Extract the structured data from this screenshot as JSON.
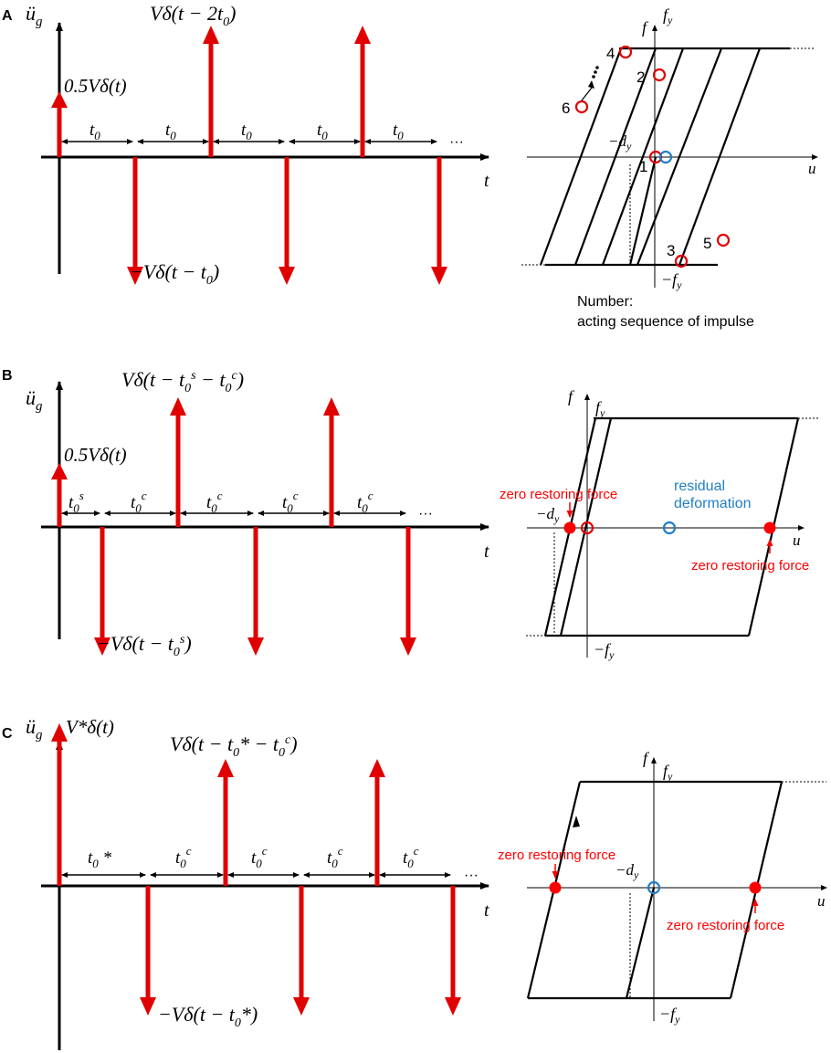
{
  "colors": {
    "impulse": "#e00000",
    "axis": "#000000",
    "residual": "#1f7fc7",
    "zero_force": "#ff0000"
  },
  "panels": {
    "A": {
      "letter": "A",
      "accel_label": "ü",
      "accel_sub": "g",
      "time_label": "t",
      "ellipsis": "···",
      "first_impulse": "0.5Vδ(t)",
      "up_impulse": "Vδ(t − 2t",
      "up_impulse_sub": "0",
      "up_impulse_end": ")",
      "down_impulse": "−Vδ(t − t",
      "down_impulse_sub": "0",
      "down_impulse_end": ")",
      "interval_main": "t",
      "interval_sub": "0",
      "hyst_f": "f",
      "hyst_fy": "f",
      "hyst_fy_sub": "y",
      "hyst_u": "u",
      "hyst_neg_dy": "−d",
      "hyst_neg_dy_sub": "y",
      "hyst_neg_fy": "−f",
      "hyst_neg_fy_sub": "y",
      "seq": [
        "1",
        "2",
        "3",
        "4",
        "5",
        "6"
      ],
      "caption_line1": "Number:",
      "caption_line2": "acting sequence of impulse"
    },
    "B": {
      "letter": "B",
      "accel_label": "ü",
      "accel_sub": "g",
      "time_label": "t",
      "ellipsis": "···",
      "first_impulse": "0.5Vδ(t)",
      "up_impulse": "Vδ(t − t",
      "up_impulse_s": "s",
      "up_impulse_mid": " − t",
      "up_impulse_c": "c",
      "up_impulse_end": ")",
      "down_impulse": "−Vδ(t − t",
      "down_impulse_s": "s",
      "down_impulse_end": ")",
      "interval_first": "t",
      "interval_first_sup": "s",
      "interval_rest": "t",
      "interval_rest_sup": "c",
      "interval_sub": "0",
      "hyst_f": "f",
      "hyst_fy": "f",
      "hyst_fy_sub": "y",
      "hyst_u": "u",
      "hyst_neg_dy": "−d",
      "hyst_neg_dy_sub": "y",
      "hyst_neg_fy": "−f",
      "hyst_neg_fy_sub": "y",
      "zero_force_label": "zero restoring force",
      "residual_line1": "residual",
      "residual_line2": "deformation"
    },
    "C": {
      "letter": "C",
      "accel_label": "ü",
      "accel_sub": "g",
      "time_label": "t",
      "ellipsis": "···",
      "first_impulse": "V*δ(t)",
      "up_impulse": "Vδ(t − t",
      "up_impulse_mid": "* − t",
      "up_impulse_c": "c",
      "up_impulse_end": ")",
      "down_impulse": "−Vδ(t − t",
      "down_impulse_end": "*)",
      "interval_first": "t",
      "interval_first_star": " *",
      "interval_rest": "t",
      "interval_rest_sup": "c",
      "interval_sub": "0",
      "hyst_f": "f",
      "hyst_fy": "f",
      "hyst_fy_sub": "y",
      "hyst_u": "u",
      "hyst_neg_dy": "−d",
      "hyst_neg_dy_sub": "y",
      "hyst_neg_fy": "−f",
      "hyst_neg_fy_sub": "y",
      "zero_force_label": "zero restoring force"
    }
  }
}
